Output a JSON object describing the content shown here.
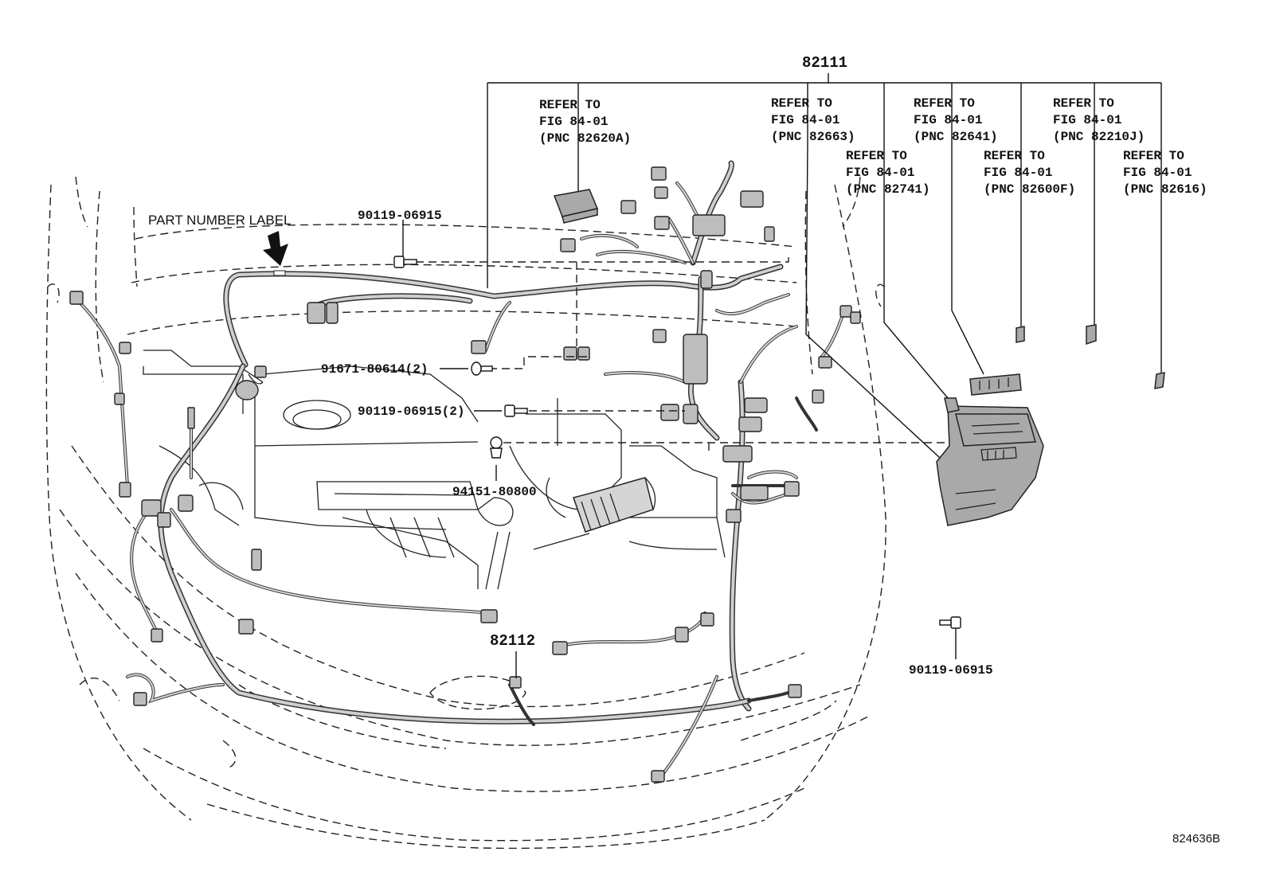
{
  "callouts": {
    "main_harness": "82111",
    "sub_harness": "82112",
    "part_number_label": "PART NUMBER LABEL",
    "bolt_top": "90119-06915",
    "clip": "91671-80614(2)",
    "bolt_mid": "90119-06915(2)",
    "nut": "94151-80800",
    "bolt_right": "90119-06915",
    "figure_id": "824636B"
  },
  "references": [
    {
      "line1": "REFER TO",
      "line2": "FIG 84-01",
      "line3": "(PNC 82620A)"
    },
    {
      "line1": "REFER TO",
      "line2": "FIG 84-01",
      "line3": "(PNC 82663)"
    },
    {
      "line1": "REFER TO",
      "line2": "FIG 84-01",
      "line3": "(PNC 82641)"
    },
    {
      "line1": "REFER TO",
      "line2": "FIG 84-01",
      "line3": "(PNC 82210J)"
    },
    {
      "line1": "REFER TO",
      "line2": "FIG 84-01",
      "line3": "(PNC 82741)"
    },
    {
      "line1": "REFER TO",
      "line2": "FIG 84-01",
      "line3": "(PNC 82600F)"
    },
    {
      "line1": "REFER TO",
      "line2": "FIG 84-01",
      "line3": "(PNC 82616)"
    }
  ],
  "icons": {
    "arrow": "down-arrow-icon",
    "bolt": "bolt-icon",
    "clip": "clip-icon",
    "nut": "nut-icon"
  }
}
